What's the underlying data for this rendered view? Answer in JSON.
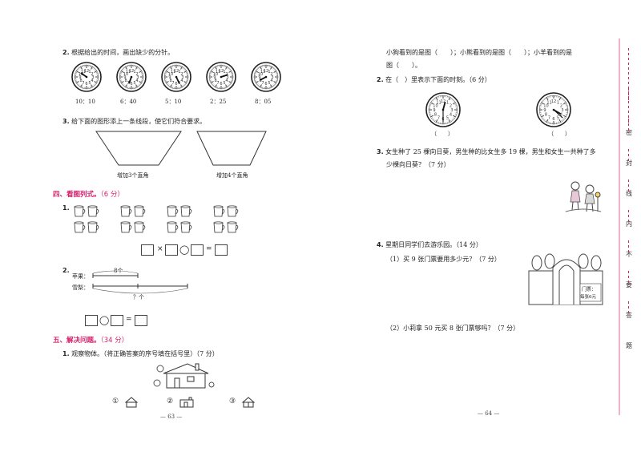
{
  "left": {
    "q2": {
      "num": "2.",
      "text": "根据给出的时间，画出缺少的分针。"
    },
    "clock_times": [
      "10：10",
      "6：40",
      "5：10",
      "2：25",
      "8：05"
    ],
    "q3": {
      "num": "3.",
      "text": "给下面的图形添上一条线段，使它们符合要求。"
    },
    "shape_labels": [
      "增加3个直角",
      "增加4个直角"
    ],
    "sec4": {
      "title": "四、看图列式。",
      "points": "（6 分）"
    },
    "s4q1": {
      "num": "1."
    },
    "s4q2": {
      "num": "2.",
      "apple_label": "苹果：",
      "pear_label": "雪梨：",
      "count_label": "8个",
      "unknown_label": "？个"
    },
    "ops1": [
      "×",
      "◯",
      "="
    ],
    "ops2": [
      "◯",
      "="
    ],
    "sec5": {
      "title": "五、解决问题。",
      "points": "（34 分）"
    },
    "s5q1": {
      "num": "1.",
      "text": "观察物体。（将正确答案的序号填在括号里）（7 分）"
    },
    "view_options": [
      "①",
      "②",
      "③"
    ],
    "page_number": "— 63 —"
  },
  "right": {
    "top_line1": "小狗看到的是图（　　）；小熊看到的是图（　　）；小羊看到的是",
    "top_line2": "图（　　）。",
    "q2": {
      "num": "2.",
      "text": "在（　）里表示下面的时刻。（6 分）"
    },
    "clock_blanks": [
      "（　　）",
      "（　　）"
    ],
    "q3": {
      "num": "3.",
      "line1": "女生种了 25 棵向日葵，男生种的比女生多 19 棵，男生和女生一共种了多",
      "line2": "少棵向日葵？（7 分）"
    },
    "q4": {
      "num": "4.",
      "text": "星期日同学们去游乐园。（14 分）",
      "sub1": "（1）买 9 张门票要用多少元？（7 分）",
      "sub2": "（2）小莉拿 50 元买 8 张门票够吗？（7 分）"
    },
    "ticket_title": "门票：",
    "ticket_price": "每张6元",
    "page_number": "— 64 —"
  },
  "side_chars": [
    "密",
    "封",
    "线",
    "内",
    "不",
    "要",
    "答",
    "题"
  ],
  "colors": {
    "section_accent": "#d6206a",
    "side_band": "#f0b3c9"
  }
}
